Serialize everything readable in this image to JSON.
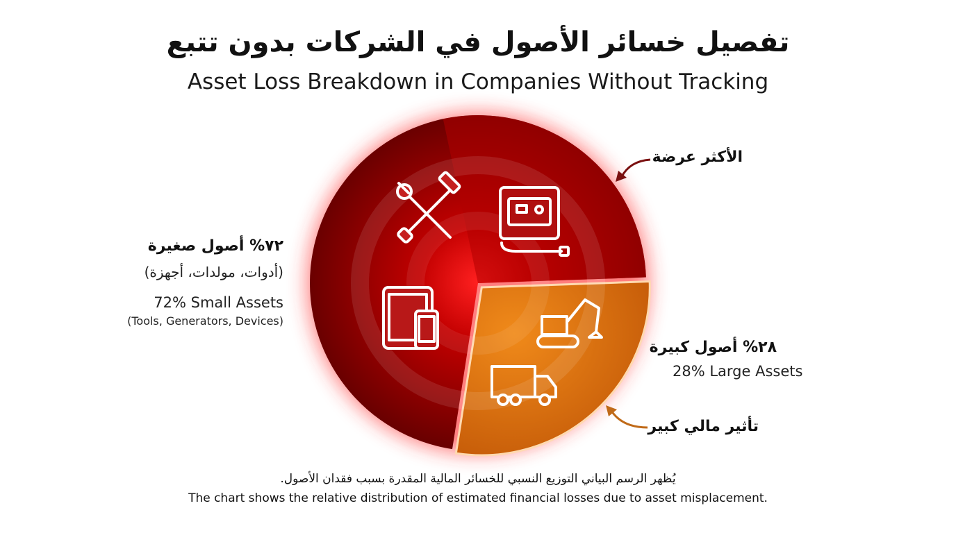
{
  "header": {
    "title_ar": "تفصيل خسائر الأصول في الشركات بدون تتبع",
    "title_en": "Asset Loss Breakdown in Companies Without Tracking"
  },
  "labels": {
    "small_ar": "٧٢% أصول صغيرة",
    "small_ar_detail": "(أدوات، مولدات، أجهزة)",
    "small_en": "72% Small Assets",
    "small_en_detail": "(Tools, Generators, Devices)",
    "large_ar": "٢٨% أصول كبيرة",
    "large_en": "28% Large Assets",
    "most_exposed_ar": "الأكثر عرضة",
    "financial_impact_ar": "تأثير مالي كبير"
  },
  "footer": {
    "note_ar": "يُظهر الرسم البياني التوزيع النسبي للخسائر المالية المقدرة بسبب فقدان الأصول.",
    "note_en": "The chart shows the relative distribution of estimated financial losses due to asset misplacement."
  },
  "colors": {
    "small_dark": "#7a0000",
    "small_mid": "#a00000",
    "large_orange": "#d86a10",
    "arrow_red": "#7a1010",
    "arrow_orange": "#c06a18"
  },
  "icons": {
    "small_assets": [
      "wrench-hammer-icon",
      "generator-icon",
      "tablet-phone-icon"
    ],
    "large_assets": [
      "excavator-icon",
      "truck-icon"
    ]
  },
  "chart_data": {
    "type": "pie",
    "categories": [
      "Small Assets",
      "Large Assets"
    ],
    "values": [
      72,
      28
    ],
    "title": "Asset Loss Breakdown in Companies Without Tracking",
    "legend": "none"
  }
}
